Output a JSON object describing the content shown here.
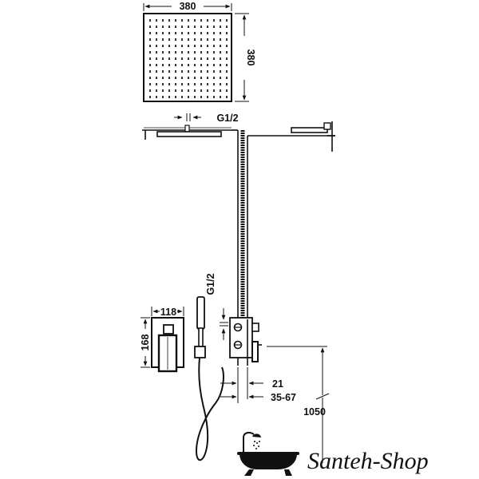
{
  "dimensions": {
    "head_width": "380",
    "head_depth": "380",
    "ceiling_thread": "G1/2",
    "wall_thread": "G1/2",
    "plate_width": "118",
    "plate_height": "168",
    "depth_min": "21",
    "depth_range": "35-67",
    "install_height": "1050"
  },
  "brand": {
    "name": "Santeh-Shop",
    "icon": "bathtub-shower-icon"
  },
  "colors": {
    "line": "#1a1a1a",
    "background": "#ffffff"
  }
}
